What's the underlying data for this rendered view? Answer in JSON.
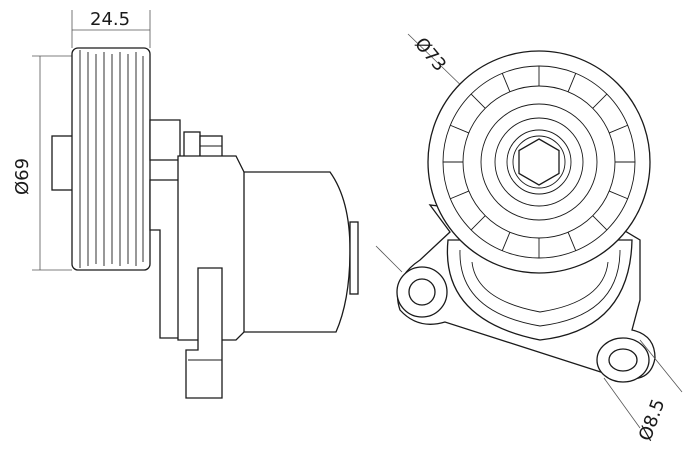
{
  "dimensions": {
    "pulley_width": "24.5",
    "pulley_diameter": "Ø69",
    "outer_diameter": "Ø73",
    "hole_diameter": "Ø8.5"
  }
}
